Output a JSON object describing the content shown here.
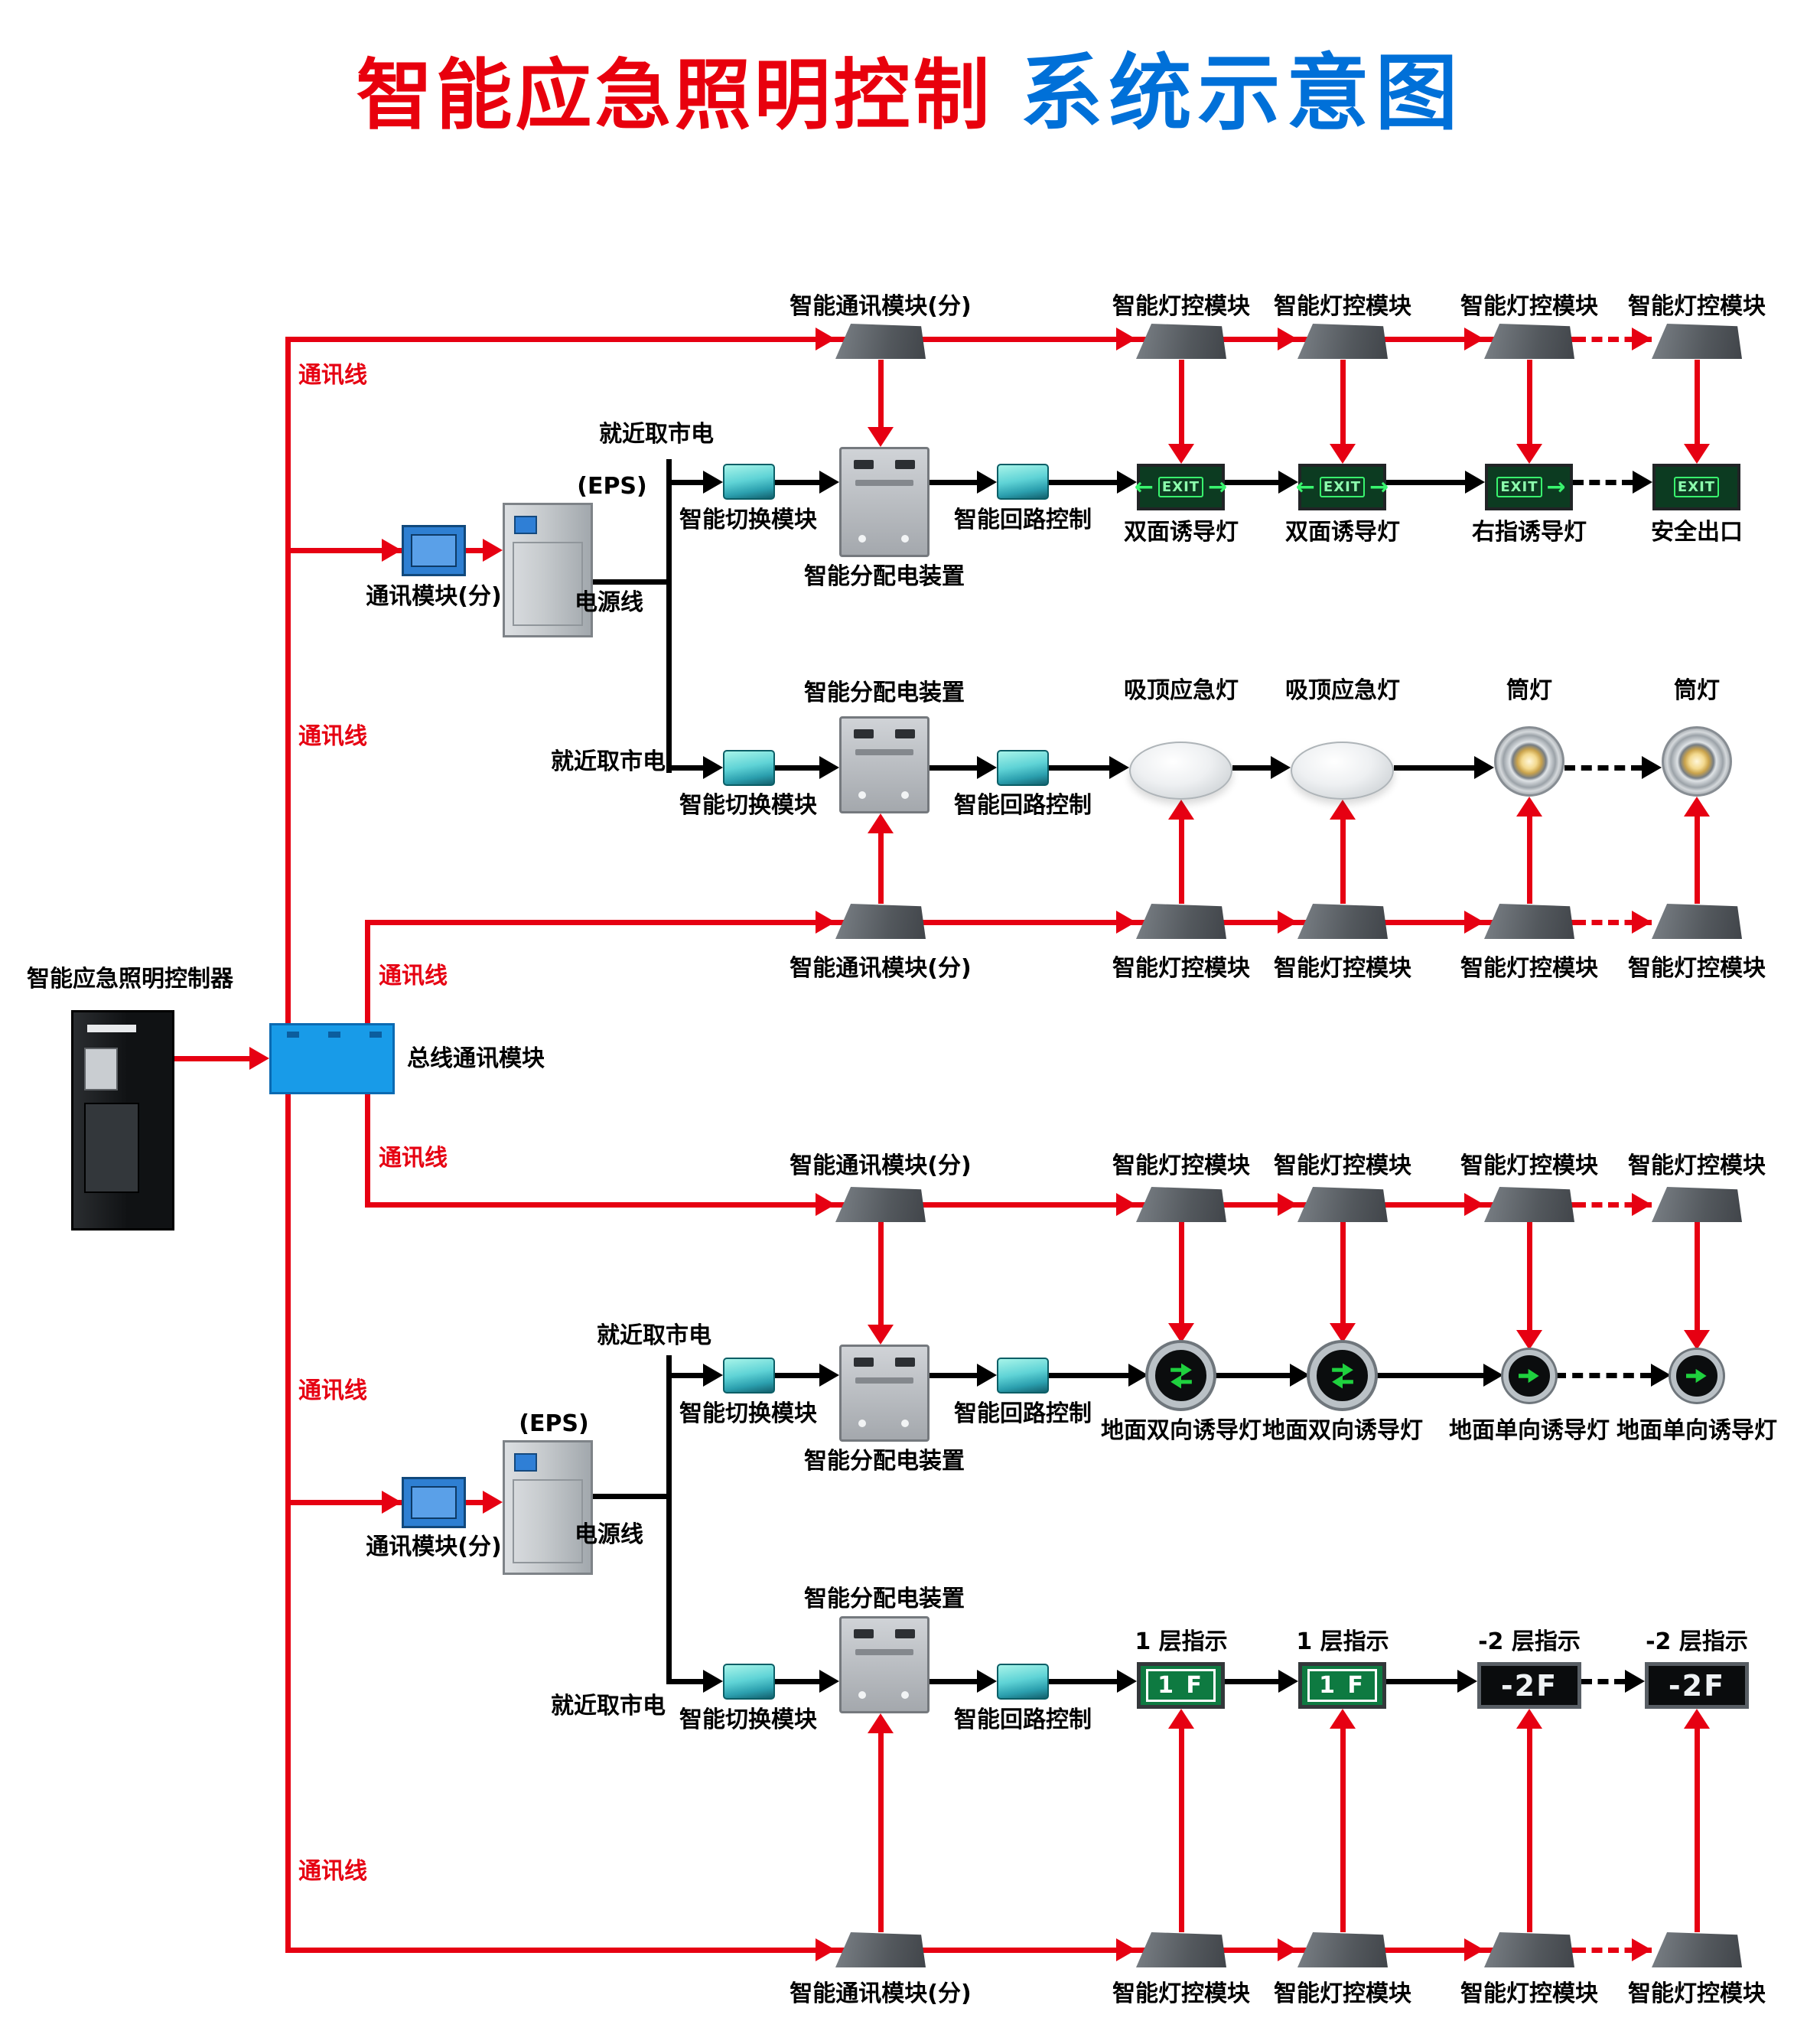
{
  "title": {
    "red": "智能应急照明控制",
    "blue": "系统示意图"
  },
  "labels": {
    "comm_line": "通讯线",
    "power_line": "电源线",
    "mains": "就近取市电",
    "eps": "(EPS)",
    "controller": "智能应急照明控制器",
    "bus_module": "总线通讯模块",
    "comm_module_sub": "通讯模块(分)",
    "smart_comm_sub": "智能通讯模块(分)",
    "lamp_ctrl": "智能灯控模块",
    "switch_module": "智能切换模块",
    "dist_device": "智能分配电装置",
    "loop_ctrl": "智能回路控制",
    "sign_double": "双面诱导灯",
    "sign_right": "右指诱导灯",
    "sign_exit": "安全出口",
    "ceiling_lamp": "吸顶应急灯",
    "downlight": "筒灯",
    "floor_bi": "地面双向诱导灯",
    "floor_uni": "地面单向诱导灯",
    "floor_1": "1 层指示",
    "floor_m2": "-2 层指示"
  },
  "exit_signs": [
    {
      "l": "←",
      "c": "EXIT",
      "r": "→"
    },
    {
      "l": "←",
      "c": "EXIT",
      "r": "→"
    },
    {
      "l": "",
      "c": "EXIT",
      "r": "→"
    },
    {
      "l": "",
      "c": "EXIT",
      "r": ""
    }
  ],
  "floor_signs": [
    "1 F",
    "1 F",
    "-2F",
    "-2F"
  ],
  "colors": {
    "line_red": "#e60012",
    "line_black": "#000000",
    "title_red": "#e8000d",
    "title_blue": "#0070d8",
    "panel_blue": "#189be8",
    "sign_green": "#0e7a41"
  }
}
